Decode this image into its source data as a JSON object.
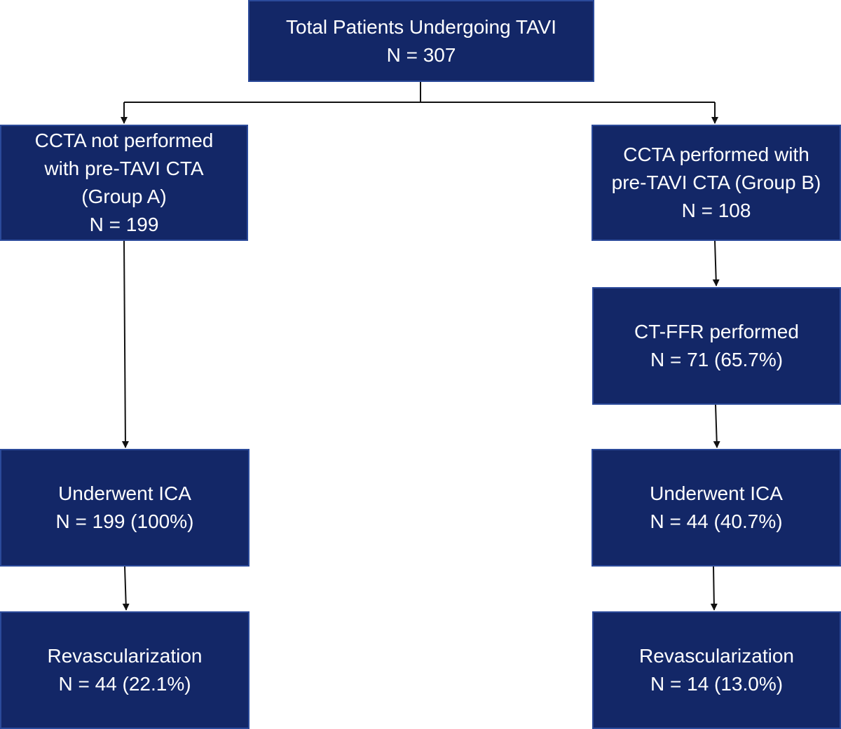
{
  "nodes": {
    "total": {
      "lines": [
        "Total Patients Undergoing TAVI",
        "N = 307"
      ]
    },
    "group_a": {
      "lines": [
        "CCTA not performed",
        "with pre-TAVI CTA",
        "(Group A)",
        "N = 199"
      ]
    },
    "group_b": {
      "lines": [
        "CCTA performed with",
        "pre-TAVI CTA (Group B)",
        "N = 108"
      ]
    },
    "ct_ffr": {
      "lines": [
        "CT-FFR performed",
        "N = 71 (65.7%)"
      ]
    },
    "ica_a": {
      "lines": [
        "Underwent ICA",
        "N = 199 (100%)"
      ]
    },
    "ica_b": {
      "lines": [
        "Underwent ICA",
        "N = 44 (40.7%)"
      ]
    },
    "revasc_a": {
      "lines": [
        "Revascularization",
        "N = 44 (22.1%)"
      ]
    },
    "revasc_b": {
      "lines": [
        "Revascularization",
        "N = 14 (13.0%)"
      ]
    }
  },
  "colors": {
    "box_fill": "#132767",
    "box_border": "#2b4a9a",
    "text": "#ffffff",
    "connector": "#111111"
  }
}
